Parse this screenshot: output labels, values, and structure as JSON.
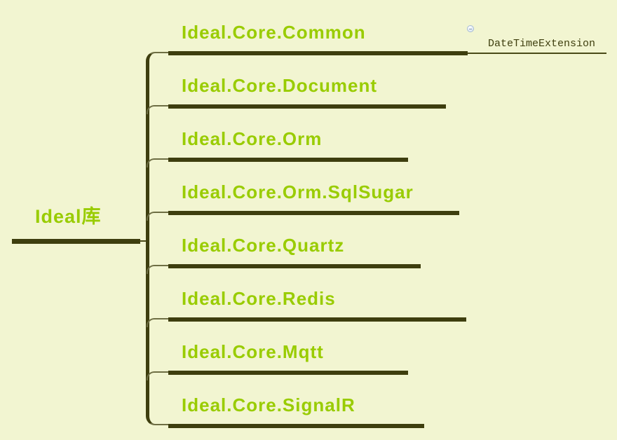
{
  "colors": {
    "background": "#f2f5d1",
    "branch": "#3e3e0e",
    "branch_thin": "#6e6e44",
    "branch_mid": "#4a4a18",
    "node_text": "#99cc00",
    "leaf_text": "#3e3e0e",
    "fold_icon_bg": "#dde7f3",
    "fold_icon_border": "#a9bcd4"
  },
  "root": {
    "label": "Ideal库"
  },
  "children": [
    {
      "label": "Ideal.Core.Common",
      "children": [
        {
          "label": "DateTimeExtension"
        }
      ]
    },
    {
      "label": "Ideal.Core.Document"
    },
    {
      "label": "Ideal.Core.Orm"
    },
    {
      "label": "Ideal.Core.Orm.SqlSugar"
    },
    {
      "label": "Ideal.Core.Quartz"
    },
    {
      "label": "Ideal.Core.Redis"
    },
    {
      "label": "Ideal.Core.Mqtt"
    },
    {
      "label": "Ideal.Core.SignalR"
    }
  ],
  "fold_toggle": {
    "icon": "minus-circle-icon",
    "state": "expanded"
  }
}
